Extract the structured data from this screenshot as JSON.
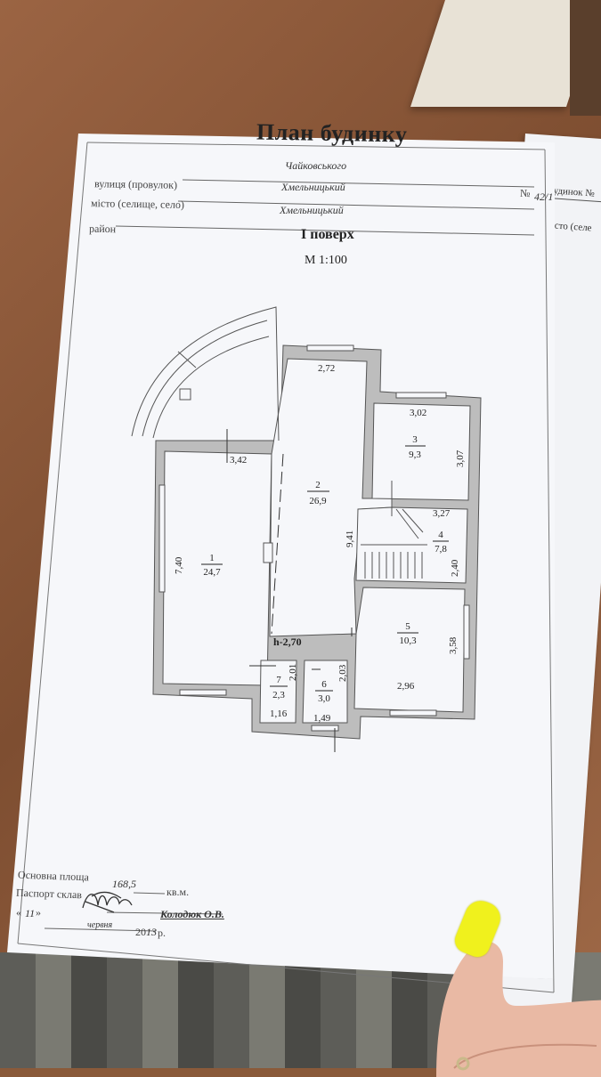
{
  "header": {
    "title": "План будинку"
  },
  "address": {
    "street_label": "вулиця (провулок)",
    "street_value": "Чайковського",
    "city_label": "місто (селище, село)",
    "city_value": "Хмельницький",
    "district_label": "район",
    "district_value": "Хмельницький",
    "number_label": "№",
    "number_value": "42/1"
  },
  "floor": {
    "name": "І поверх",
    "scale": "М 1:100"
  },
  "rooms": [
    {
      "no": "1",
      "area": "24,7"
    },
    {
      "no": "2",
      "area": "26,9"
    },
    {
      "no": "3",
      "area": "9,3"
    },
    {
      "no": "4",
      "area": "7,8"
    },
    {
      "no": "5",
      "area": "10,3"
    },
    {
      "no": "6",
      "area": "3,0"
    },
    {
      "no": "7",
      "area": "2,3"
    }
  ],
  "dimensions": {
    "d_2_72": "2,72",
    "d_3_02": "3,02",
    "d_3_07": "3,07",
    "d_3_42": "3,42",
    "d_9_41": "9,41",
    "d_3_27": "3,27",
    "d_2_40": "2,40",
    "d_7_40": "7,40",
    "d_3_58": "3,58",
    "d_2_96": "2,96",
    "d_2_01": "2,01",
    "d_2_03": "2,03",
    "d_1_16": "1,16",
    "d_1_49": "1,49",
    "height": "h-2,70"
  },
  "footer": {
    "area_label": "Основна площа",
    "area_value": "168,5",
    "area_unit": "кв.м.",
    "passport_label": "Паспорт склав",
    "compiler": "Колодюк О.В.",
    "date_day": "11",
    "date_month": "червня",
    "date_year_prefix": "20",
    "date_year_suffix": "13",
    "date_suffix": "р.",
    "quote_open": "«",
    "quote_close": "»"
  },
  "back_page": {
    "house_label": "Будинок №",
    "city_label": "місто (селе"
  },
  "colors": {
    "nail": "#f0f11d",
    "paper": "#f6f7fa",
    "wall": "#b9b9b9"
  }
}
